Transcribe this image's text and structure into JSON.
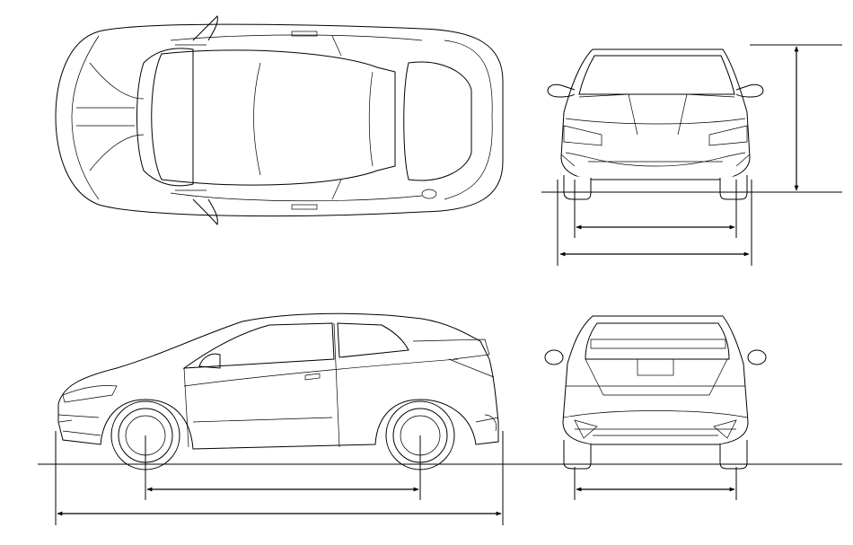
{
  "drawing": {
    "views": [
      "top",
      "front",
      "side",
      "rear"
    ],
    "colors": {
      "line": "#000000",
      "background": "#ffffff"
    },
    "dimensions": [
      "height",
      "front-track",
      "overall-width",
      "wheelbase",
      "overall-length",
      "rear-track"
    ]
  }
}
